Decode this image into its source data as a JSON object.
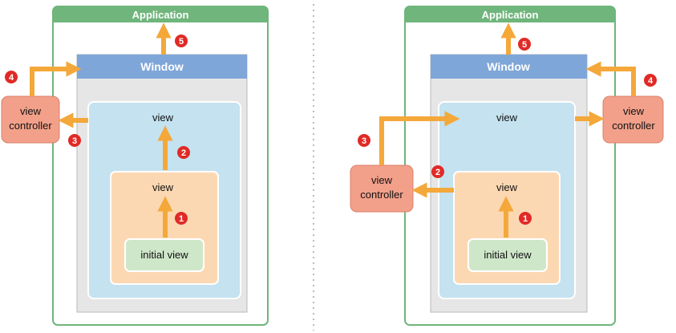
{
  "left": {
    "application": "Application",
    "window": "Window",
    "outer_view": "view",
    "inner_view": "view",
    "initial_view": "initial view",
    "view_controller_line1": "view",
    "view_controller_line2": "controller",
    "steps": [
      "1",
      "2",
      "3",
      "4",
      "5"
    ]
  },
  "right": {
    "application": "Application",
    "window": "Window",
    "outer_view": "view",
    "inner_view": "view",
    "initial_view": "initial view",
    "vc_top_line1": "view",
    "vc_top_line2": "controller",
    "vc_bottom_line1": "view",
    "vc_bottom_line2": "controller",
    "steps": [
      "1",
      "2",
      "3",
      "4",
      "5"
    ]
  },
  "colors": {
    "application_green": "#6fb57c",
    "window_blue": "#7fa6d8",
    "window_gray": "#e6e6e6",
    "view_blue": "#c4e2ef",
    "inner_orange": "#fbd8b2",
    "initial_green": "#cfe7c9",
    "controller_salmon": "#f2a08a",
    "arrow_orange": "#f4a83a",
    "badge_red": "#e02a26"
  }
}
